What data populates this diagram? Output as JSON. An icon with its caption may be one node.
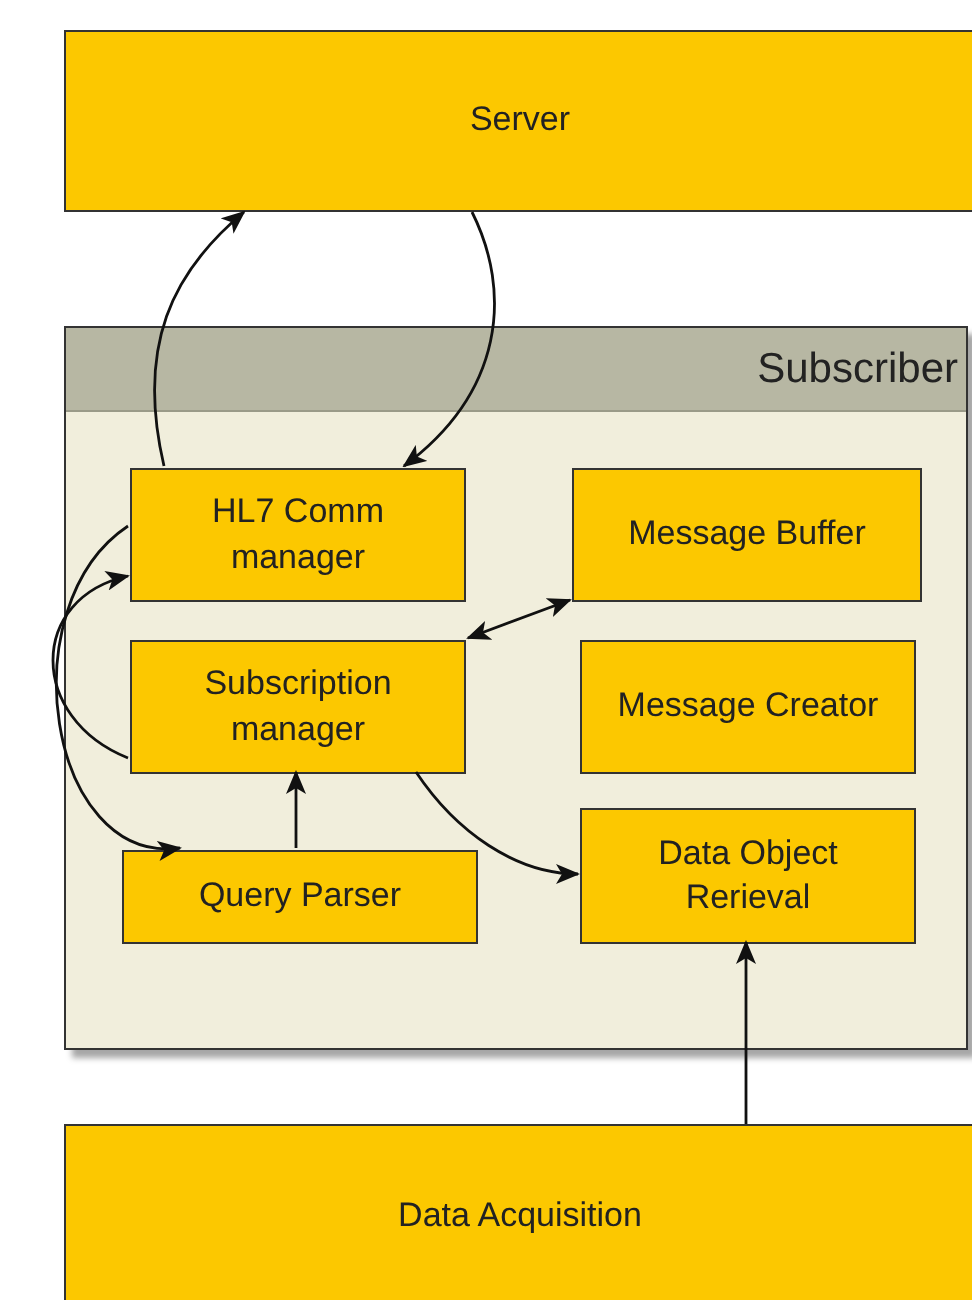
{
  "diagram": {
    "nodes": [
      {
        "text": [
          "Server"
        ]
      },
      {
        "text": [
          "Subscriber"
        ]
      },
      {
        "text": [
          "HL7 Comm manager"
        ],
        "in": 1
      },
      {
        "text": [
          "Message Buffer"
        ],
        "in": 1
      },
      {
        "text": [
          "Subscription manager"
        ],
        "in": 1
      },
      {
        "text": [
          "Message Creator"
        ],
        "in": 1
      },
      {
        "text": [
          "Query Parser"
        ],
        "in": 1
      },
      {
        "text": [
          "Data Object Rerieval"
        ],
        "in": 1
      },
      {
        "text": [
          "Data Acquisition"
        ]
      }
    ],
    "edges": [
      {
        "from": 2,
        "to": 0,
        "arrow": "to"
      },
      {
        "from": 0,
        "to": 2,
        "arrow": "to"
      },
      {
        "from": 2,
        "to": 6,
        "arrow": "to"
      },
      {
        "from": 4,
        "to": 2,
        "arrow": "to"
      },
      {
        "from": 4,
        "to": 3,
        "arrow": "both"
      },
      {
        "from": 6,
        "to": 4,
        "arrow": "to"
      },
      {
        "from": 4,
        "to": 7,
        "arrow": "to"
      },
      {
        "from": 8,
        "to": 7,
        "arrow": "to"
      }
    ]
  }
}
